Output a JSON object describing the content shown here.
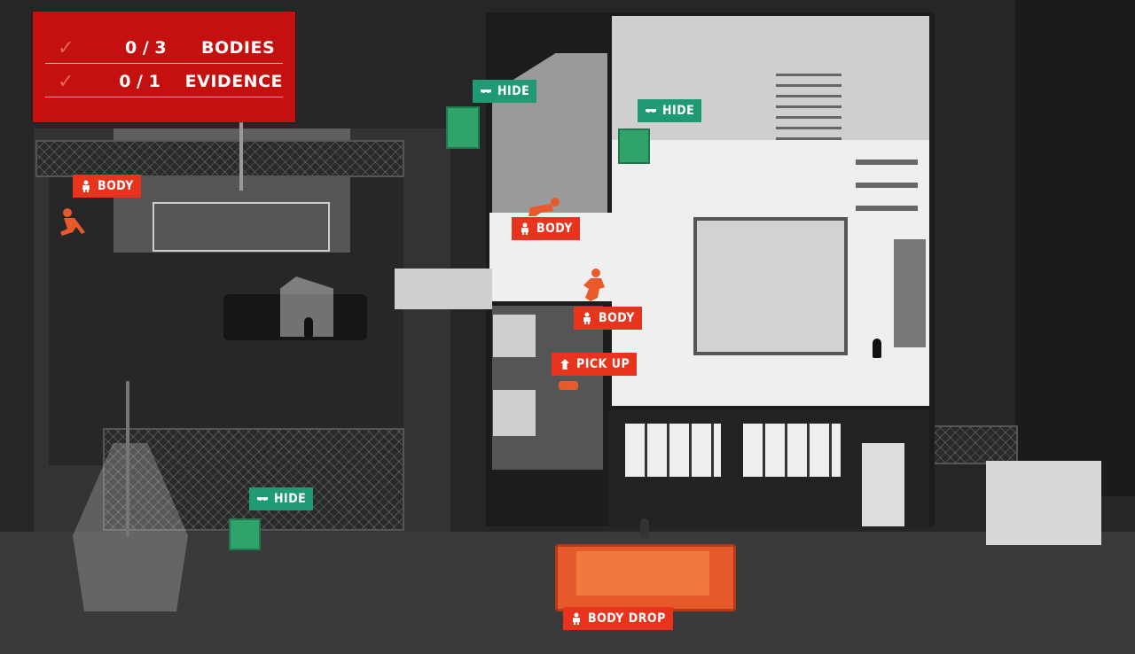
{
  "hud": {
    "rows": [
      {
        "check": "✓",
        "count": "0 / 3",
        "label": "BODIES"
      },
      {
        "check": "✓",
        "count": "0 / 1",
        "label": "EVIDENCE"
      }
    ]
  },
  "tags": {
    "body_1": "BODY",
    "body_2": "BODY",
    "body_3": "BODY",
    "hide_1": "HIDE",
    "hide_2": "HIDE",
    "hide_3": "HIDE",
    "pick_up": "PICK UP",
    "body_drop": "BODY DROP"
  },
  "colors": {
    "hud_red": "#c4110f",
    "tag_red": "#e8341c",
    "tag_green": "#1f9a75",
    "body_orange": "#e85a2a"
  },
  "icons": {
    "body": "person-icon",
    "hide": "mask-icon",
    "pick_up": "hand-icon",
    "check": "check-icon"
  }
}
